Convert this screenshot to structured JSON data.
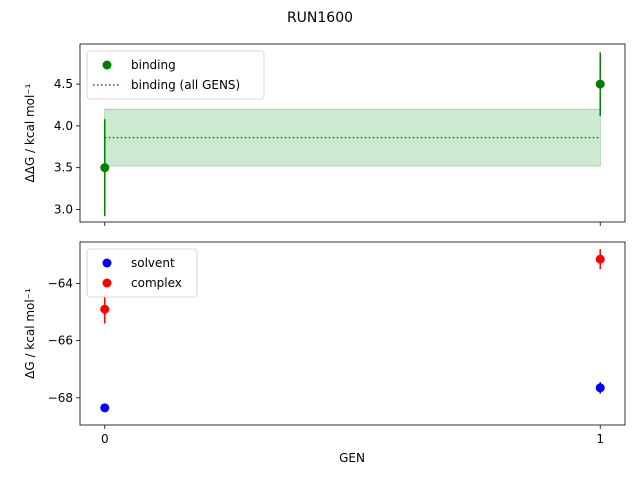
{
  "figure": {
    "title": "RUN1600",
    "xlabel": "GEN"
  },
  "colors": {
    "binding": "#008000",
    "band": "#ccead0",
    "band_edge": "#7fbf7f",
    "solvent": "#0000ff",
    "complex": "#ff0000"
  },
  "chart_data": [
    {
      "type": "scatter",
      "name_hint": "top",
      "ylabel": "ΔΔG / kcal mol⁻¹",
      "ylim": [
        2.85,
        4.98
      ],
      "xlim": [
        -0.05,
        1.05
      ],
      "yticks": [
        3.0,
        3.5,
        4.0,
        4.5
      ],
      "ytick_labels": [
        "3.0",
        "3.5",
        "4.0",
        "4.5"
      ],
      "xticks": [
        0,
        1
      ],
      "xtick_labels": [
        "",
        ""
      ],
      "legend_position": "top-left",
      "grid": false,
      "series": [
        {
          "name": "binding",
          "color_key": "binding",
          "points": [
            {
              "x": 0,
              "y": 3.5,
              "err": 0.58
            },
            {
              "x": 1,
              "y": 4.5,
              "err": 0.38
            }
          ]
        }
      ],
      "reference": {
        "name": "binding (all GENS)",
        "color_key": "binding",
        "y": 3.86,
        "band": [
          3.52,
          4.2
        ],
        "x": [
          0,
          1
        ]
      }
    },
    {
      "type": "scatter",
      "name_hint": "bottom",
      "ylabel": "ΔG / kcal mol⁻¹",
      "ylim": [
        -68.95,
        -62.55
      ],
      "xlim": [
        -0.05,
        1.05
      ],
      "yticks": [
        -68,
        -66,
        -64
      ],
      "ytick_labels": [
        "−68",
        "−66",
        "−64"
      ],
      "xticks": [
        0,
        1
      ],
      "xtick_labels": [
        "0",
        "1"
      ],
      "legend_position": "top-left",
      "grid": false,
      "series": [
        {
          "name": "solvent",
          "color_key": "solvent",
          "points": [
            {
              "x": 0,
              "y": -68.35,
              "err": 0.15
            },
            {
              "x": 1,
              "y": -67.65,
              "err": 0.2
            }
          ]
        },
        {
          "name": "complex",
          "color_key": "complex",
          "points": [
            {
              "x": 0,
              "y": -64.9,
              "err": 0.5
            },
            {
              "x": 1,
              "y": -63.15,
              "err": 0.35
            }
          ]
        }
      ]
    }
  ]
}
